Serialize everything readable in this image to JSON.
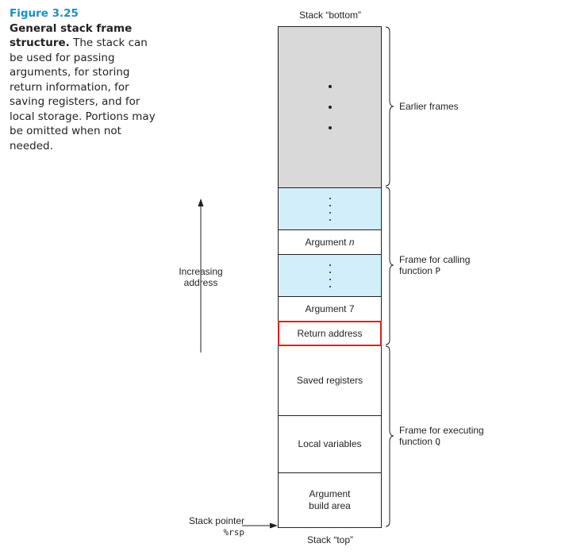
{
  "caption": {
    "figure_label": "Figure 3.25",
    "title": "General stack frame structure.",
    "body": " The stack can be used for passing arguments, for storing return information, for saving registers, and for local storage. Portions may be omitted when not needed."
  },
  "stack": {
    "bottom_label": "Stack “bottom”",
    "top_label": "Stack “top”",
    "cells": {
      "argument_n_prefix": "Argument ",
      "argument_n_var": "n",
      "argument_7": "Argument 7",
      "return_address": "Return address",
      "saved_registers": "Saved registers",
      "local_variables": "Local variables",
      "argument_build_line1": "Argument",
      "argument_build_line2": "build area"
    }
  },
  "braces": {
    "earlier_frames": "Earlier frames",
    "calling_line1": "Frame for calling",
    "calling_line2_prefix": "function ",
    "calling_function": "P",
    "executing_line1": "Frame for executing",
    "executing_line2_prefix": "function ",
    "executing_function": "Q"
  },
  "annotations": {
    "increasing_line1": "Increasing",
    "increasing_line2": "address",
    "stack_pointer": "Stack pointer",
    "rsp": "%rsp"
  },
  "colors": {
    "caption_accent": "#1f8fc0",
    "earlier_frames_fill": "#d9d9da",
    "argument_region_fill": "#d2eefb",
    "return_address_outline": "#e0201b"
  }
}
